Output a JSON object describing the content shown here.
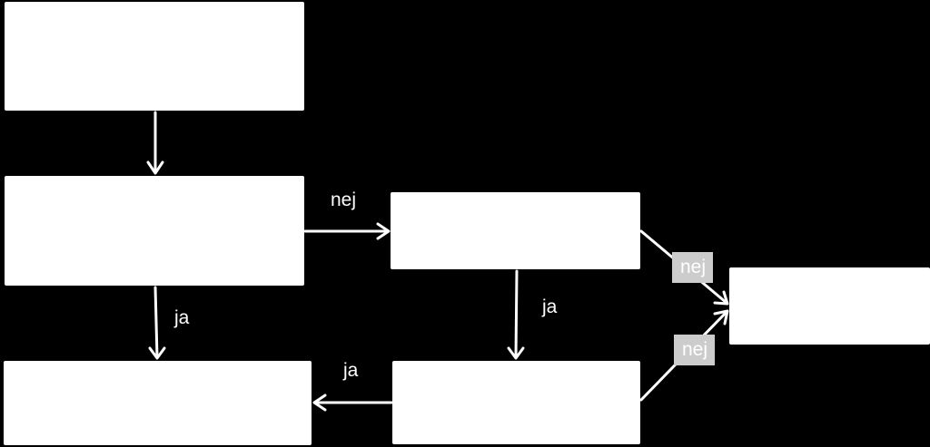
{
  "diagram": {
    "edge_labels": {
      "box2_to_box4": "nej",
      "box2_to_box3": "ja",
      "box4_to_box5": "ja",
      "box5_to_box3": "ja",
      "box4_to_box6": "nej",
      "box5_to_box6": "nej"
    },
    "colors": {
      "background": "#000000",
      "box_fill": "#ffffff",
      "arrow": "#ffffff",
      "label_highlight": "#cccccc"
    }
  }
}
